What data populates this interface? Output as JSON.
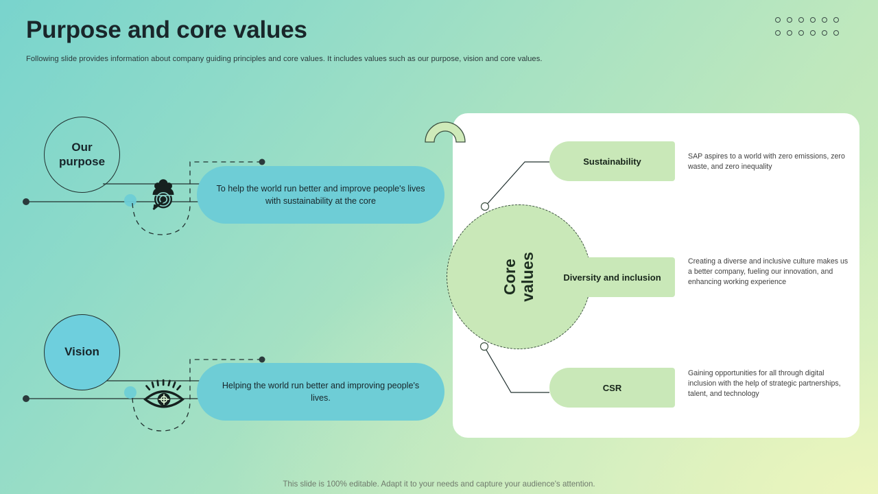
{
  "header": {
    "title": "Purpose and core values",
    "subtitle": "Following slide provides information about company guiding principles and core values. It includes values such as our purpose, vision and core values.",
    "dot_grid": {
      "icon": "dot-grid-decoration",
      "columns": 6,
      "rows": 2
    }
  },
  "left_section": {
    "purpose": {
      "circle_label": "Our\npurpose",
      "icon": "target-people-icon",
      "message": "To help the world run better and improve people's lives with sustainability at the core"
    },
    "vision": {
      "circle_label": "Vision",
      "icon": "eye-icon",
      "message": "Helping the world run better and improving people's lives."
    }
  },
  "core_values": {
    "hub_label": "Core\nvalues",
    "arch_icon": "arch-decoration",
    "items": [
      {
        "label": "Sustainability",
        "description": "SAP aspires to a world with zero emissions, zero waste, and zero inequality"
      },
      {
        "label": "Diversity and inclusion",
        "description": "Creating a diverse and inclusive culture makes us a better company, fueling our innovation, and enhancing working experience"
      },
      {
        "label": "CSR",
        "description": "Gaining opportunities for all through digital inclusion with the help of strategic partnerships, talent, and technology"
      }
    ]
  },
  "footer": {
    "note": "This slide is 100% editable. Adapt it to your needs and capture your audience's attention."
  },
  "colors": {
    "accent_teal": "#6ecdd6",
    "accent_green": "#c9e8b8",
    "panel": "#ffffff",
    "outline": "#21302f",
    "text_dark": "#17252a",
    "text_muted": "#404040",
    "footer_text": "#6f7a6c"
  }
}
